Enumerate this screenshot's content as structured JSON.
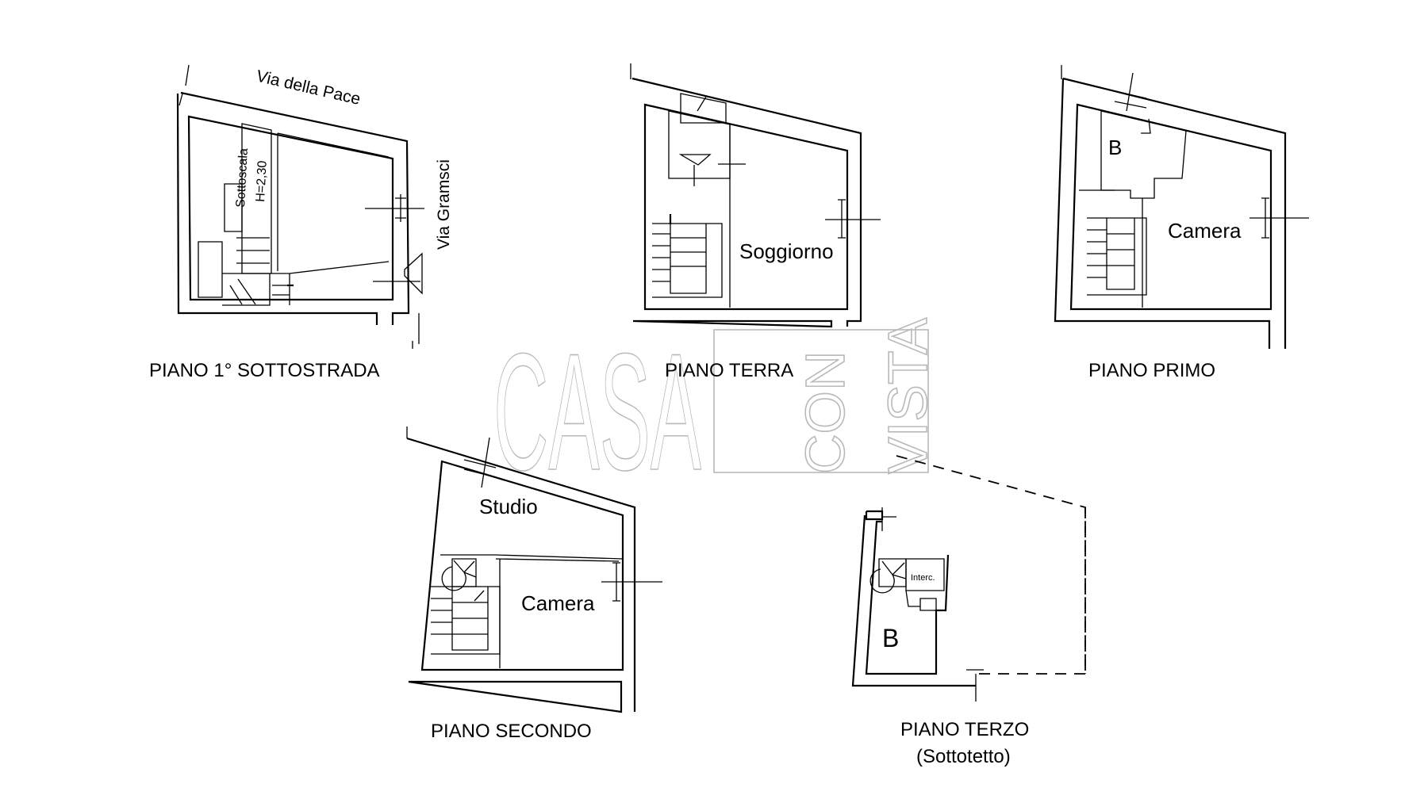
{
  "watermark": {
    "word1": "CASA",
    "word2": "CON",
    "word3": "VISTA"
  },
  "floors": [
    {
      "id": "sottostrada",
      "title": "PIANO 1° SOTTOSTRADA",
      "streets": [
        "Via della Pace",
        "Via Gramsci"
      ],
      "rooms": [
        "Sottoscala",
        "H=2,30"
      ]
    },
    {
      "id": "terra",
      "title": "PIANO TERRA",
      "rooms": [
        "Soggiorno"
      ]
    },
    {
      "id": "primo",
      "title": "PIANO PRIMO",
      "rooms": [
        "B",
        "Camera"
      ]
    },
    {
      "id": "secondo",
      "title": "PIANO SECONDO",
      "rooms": [
        "Studio",
        "Camera"
      ]
    },
    {
      "id": "terzo",
      "title": "PIANO TERZO",
      "subtitle": "(Sottotetto)",
      "rooms": [
        "Interc.",
        "B"
      ]
    }
  ]
}
